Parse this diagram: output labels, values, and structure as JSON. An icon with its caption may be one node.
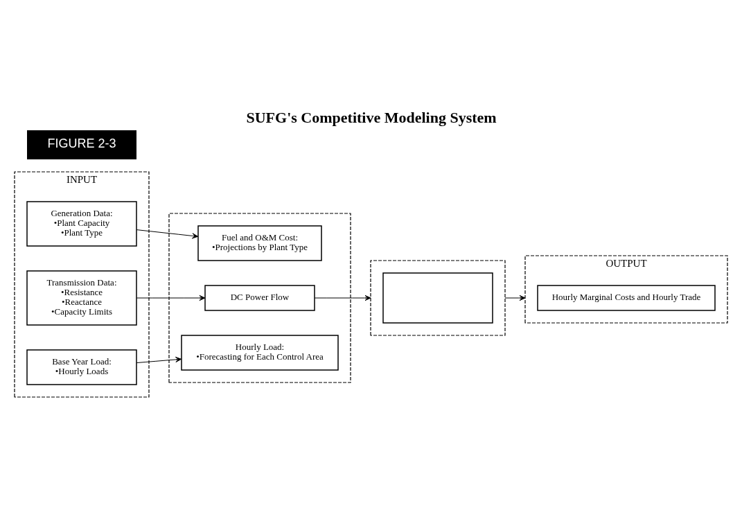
{
  "diagram": {
    "title": "SUFG's Competitive Modeling System",
    "nodes": [
      {
        "text": [
          "INPUT"
        ]
      },
      {
        "text": [
          "Generation Data:",
          "•Plant Capacity",
          "•Plant Type"
        ],
        "in": 0
      },
      {
        "text": [
          "Transmission Data:",
          "•Resistance",
          "•Reactance",
          "•Capacity Limits"
        ],
        "in": 0
      },
      {
        "text": [
          "Base Year Load:",
          "•Hourly Loads"
        ],
        "in": 0
      },
      {
        "text": [],
        "shape": "box"
      },
      {
        "text": [
          "Fuel and O&M Cost:",
          "•Projections by Plant Type"
        ],
        "in": 4
      },
      {
        "text": [
          "DC Power Flow"
        ],
        "in": 4
      },
      {
        "text": [
          "Hourly Load:",
          "•Forecasting for Each Control Area"
        ],
        "in": 4
      },
      {
        "text": [],
        "shape": "box"
      },
      {
        "text": [],
        "shape": "box",
        "in": 8
      },
      {
        "text": [
          "OUTPUT"
        ]
      },
      {
        "text": [
          "Hourly Marginal Costs and Hourly Trade"
        ],
        "in": 10
      }
    ],
    "edges": [
      {
        "from": 1,
        "to": 5,
        "arrow": "to"
      },
      {
        "from": 2,
        "to": 6,
        "arrow": "to"
      },
      {
        "from": 3,
        "to": 7,
        "arrow": "to"
      },
      {
        "from": 6,
        "to": 8,
        "arrow": "to"
      },
      {
        "from": 8,
        "to": 10,
        "arrow": "to"
      }
    ],
    "labels": [
      "FIGURE 2-3"
    ]
  }
}
